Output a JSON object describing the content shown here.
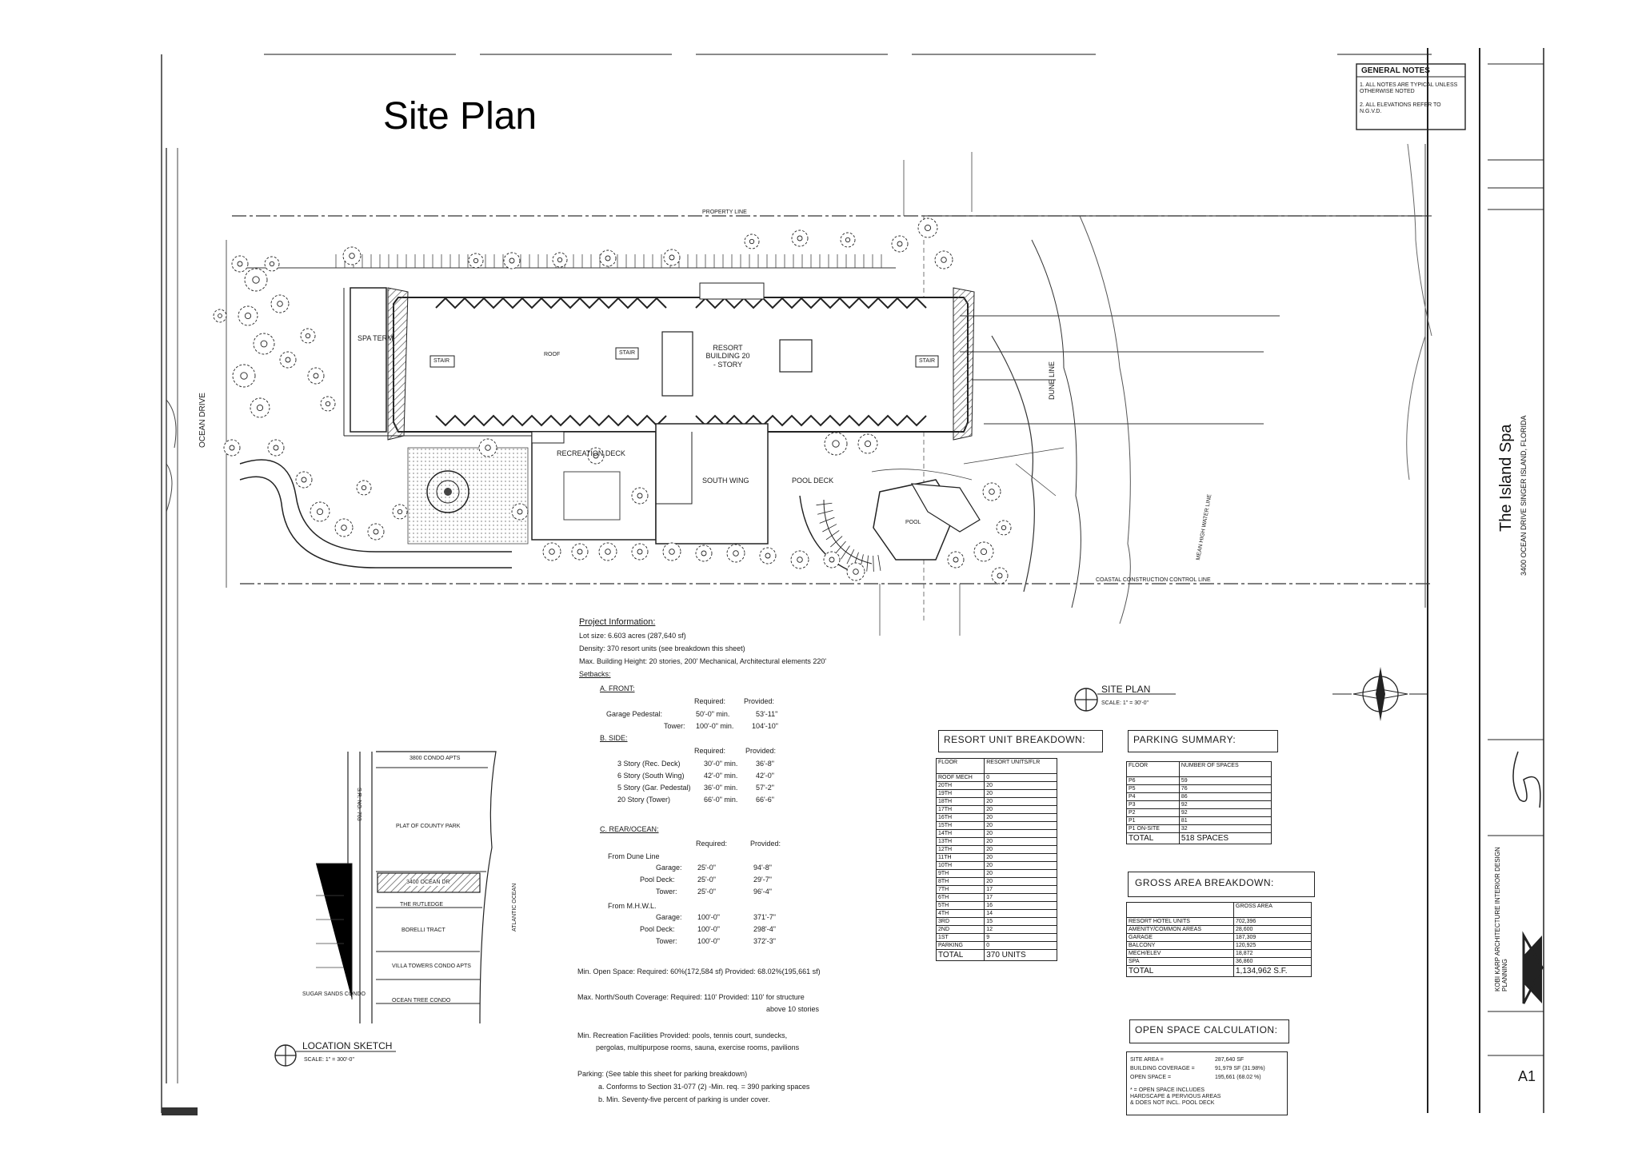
{
  "page_title": "Site Plan",
  "general_notes": {
    "title": "GENERAL NOTES",
    "items": [
      "1. ALL NOTES ARE TYPICAL UNLESS OTHERWISE NOTED",
      "2. ALL ELEVATIONS REFER TO N.G.V.D."
    ]
  },
  "project": {
    "name": "The Island Spa",
    "address": "3400 OCEAN DRIVE   SINGER ISLAND, FLORIDA",
    "sheet": "A1",
    "firm": "KOBI KARP ARCHITECTURE INTERIOR DESIGN PLANNING"
  },
  "plan_labels": {
    "street": "OCEAN DRIVE",
    "spa_term": "SPA TERM",
    "resort_building": "RESORT BUILDING 20 - STORY",
    "roof": "ROOF",
    "stair_a": "STAIR",
    "stair_b": "STAIR",
    "stair_c": "STAIR",
    "recreation_deck": "RECREATION DECK",
    "south_wing": "SOUTH WING",
    "pool_deck": "POOL DECK",
    "pool": "POOL",
    "dune_line": "DUNE LINE",
    "mhwl": "MEAN HIGH WATER LINE",
    "property_line": "PROPERTY LINE",
    "ccl_line": "COASTAL CONSTRUCTION CONTROL LINE"
  },
  "project_info": {
    "title": "Project Information:",
    "lines": [
      "Lot size: 6.603 acres (287,640 sf)",
      "Density: 370 resort units (see breakdown this sheet)",
      "Max. Building Height: 20 stories, 200' Mechanical, Architectural elements 220'",
      "Setbacks:"
    ],
    "front_title": "A. FRONT:",
    "front_header": [
      "",
      "Required:",
      "Provided:"
    ],
    "front_rows": [
      [
        "Garage Pedestal:",
        "50'-0\" min.",
        "53'-11\""
      ],
      [
        "Tower:",
        "100'-0\" min.",
        "104'-10\""
      ]
    ],
    "side_title": "B. SIDE:",
    "side_header": [
      "",
      "Required:",
      "Provided:"
    ],
    "side_rows": [
      [
        "3 Story (Rec. Deck)",
        "30'-0\" min.",
        "36'-8\""
      ],
      [
        "6 Story (South Wing)",
        "42'-0\" min.",
        "42'-0\""
      ],
      [
        "5 Story (Gar. Pedestal)",
        "36'-0\" min.",
        "57'-2\""
      ],
      [
        "20 Story (Tower)",
        "66'-0\" min.",
        "66'-6\""
      ]
    ],
    "rear_title": "C. REAR/OCEAN:",
    "rear_header": [
      "",
      "Required:",
      "Provided:"
    ],
    "rear_group1": "From Dune Line",
    "rear_rows1": [
      [
        "Garage:",
        "25'-0\"",
        "94'-8\""
      ],
      [
        "Pool Deck:",
        "25'-0\"",
        "29'-7\""
      ],
      [
        "Tower:",
        "25'-0\"",
        "96'-4\""
      ]
    ],
    "rear_group2": "From M.H.W.L.",
    "rear_rows2": [
      [
        "Garage:",
        "100'-0\"",
        "371'-7\""
      ],
      [
        "Pool Deck:",
        "100'-0\"",
        "298'-4\""
      ],
      [
        "Tower:",
        "100'-0\"",
        "372'-3\""
      ]
    ],
    "open_space": "Min. Open Space:  Required: 60%(172,584 sf)  Provided: 68.02%(195,661 sf)",
    "coverage_1": "Max. North/South Coverage:  Required: 110'  Provided: 110' for structure",
    "coverage_2": "above 10 stories",
    "recreation_1": "Min. Recreation Facilities Provided: pools, tennis court, sundecks,",
    "recreation_2": "pergolas, multipurpose rooms, sauna, exercise rooms, pavilions",
    "parking_1": "Parking: (See table this sheet for parking breakdown)",
    "parking_2": "a. Conforms to Section 31-077 (2) -Min. req. = 390 parking spaces",
    "parking_3": "b. Min. Seventy-five percent of parking is under cover."
  },
  "site_plan_label": {
    "title": "SITE PLAN",
    "scale": "SCALE: 1\" = 30'-0\""
  },
  "location_sketch": {
    "title": "LOCATION SKETCH",
    "scale": "SCALE: 1\" = 300'-0\"",
    "labels": [
      "3800 CONDO APTS",
      "PLAT OF COUNTY PARK",
      "3400 OCEAN DR",
      "THE RUTLEDGE",
      "BORELLI TRACT",
      "VILLA TOWERS CONDO APTS",
      "SUGAR SANDS CONDO",
      "OCEAN TREE CONDO",
      "S.R. NO. 703",
      "ATLANTIC OCEAN"
    ]
  },
  "resort_units": {
    "title": "RESORT UNIT BREAKDOWN:",
    "header": [
      "FLOOR",
      "RESORT UNITS/FLR"
    ],
    "rows": [
      [
        "ROOF MECH",
        "0"
      ],
      [
        "20TH",
        "20"
      ],
      [
        "19TH",
        "20"
      ],
      [
        "18TH",
        "20"
      ],
      [
        "17TH",
        "20"
      ],
      [
        "16TH",
        "20"
      ],
      [
        "15TH",
        "20"
      ],
      [
        "14TH",
        "20"
      ],
      [
        "13TH",
        "20"
      ],
      [
        "12TH",
        "20"
      ],
      [
        "11TH",
        "20"
      ],
      [
        "10TH",
        "20"
      ],
      [
        "9TH",
        "20"
      ],
      [
        "8TH",
        "20"
      ],
      [
        "7TH",
        "17"
      ],
      [
        "6TH",
        "17"
      ],
      [
        "5TH",
        "16"
      ],
      [
        "4TH",
        "14"
      ],
      [
        "3RD",
        "15"
      ],
      [
        "2ND",
        "12"
      ],
      [
        "1ST",
        "9"
      ],
      [
        "PARKING",
        "0"
      ]
    ],
    "total_label": "TOTAL",
    "total_value": "370 UNITS"
  },
  "parking": {
    "title": "PARKING SUMMARY:",
    "header": [
      "FLOOR",
      "NUMBER OF SPACES"
    ],
    "rows": [
      [
        "P6",
        "59"
      ],
      [
        "P5",
        "76"
      ],
      [
        "P4",
        "86"
      ],
      [
        "P3",
        "92"
      ],
      [
        "P2",
        "92"
      ],
      [
        "P1",
        "81"
      ],
      [
        "P1 ON-SITE",
        "32"
      ]
    ],
    "total_label": "TOTAL",
    "total_value": "518 SPACES"
  },
  "gross_area": {
    "title": "GROSS AREA BREAKDOWN:",
    "header": [
      "",
      "GROSS AREA"
    ],
    "rows": [
      [
        "RESORT HOTEL UNITS",
        "702,396"
      ],
      [
        "AMENITY/COMMON AREAS",
        "28,600"
      ],
      [
        "GARAGE",
        "187,309"
      ],
      [
        "BALCONY",
        "120,925"
      ],
      [
        "MECH/ELEV",
        "18,872"
      ],
      [
        "SPA",
        "36,860"
      ]
    ],
    "total_label": "TOTAL",
    "total_value": "1,134,962 S.F."
  },
  "open_space_calc": {
    "title": "OPEN SPACE CALCULATION:",
    "rows": [
      [
        "SITE AREA =",
        "287,640 SF"
      ],
      [
        "BUILDING COVERAGE =",
        "91,979 SF (31.98%)"
      ],
      [
        "OPEN SPACE =",
        "195,661 (68.02 %)"
      ]
    ],
    "note": "* = OPEN SPACE INCLUDES HARDSCAPE & PERVIOUS AREAS & DOES NOT INCL. POOL DECK"
  },
  "colors": {
    "line": "#222222",
    "paper": "#ffffff",
    "hatch": "#555555"
  }
}
